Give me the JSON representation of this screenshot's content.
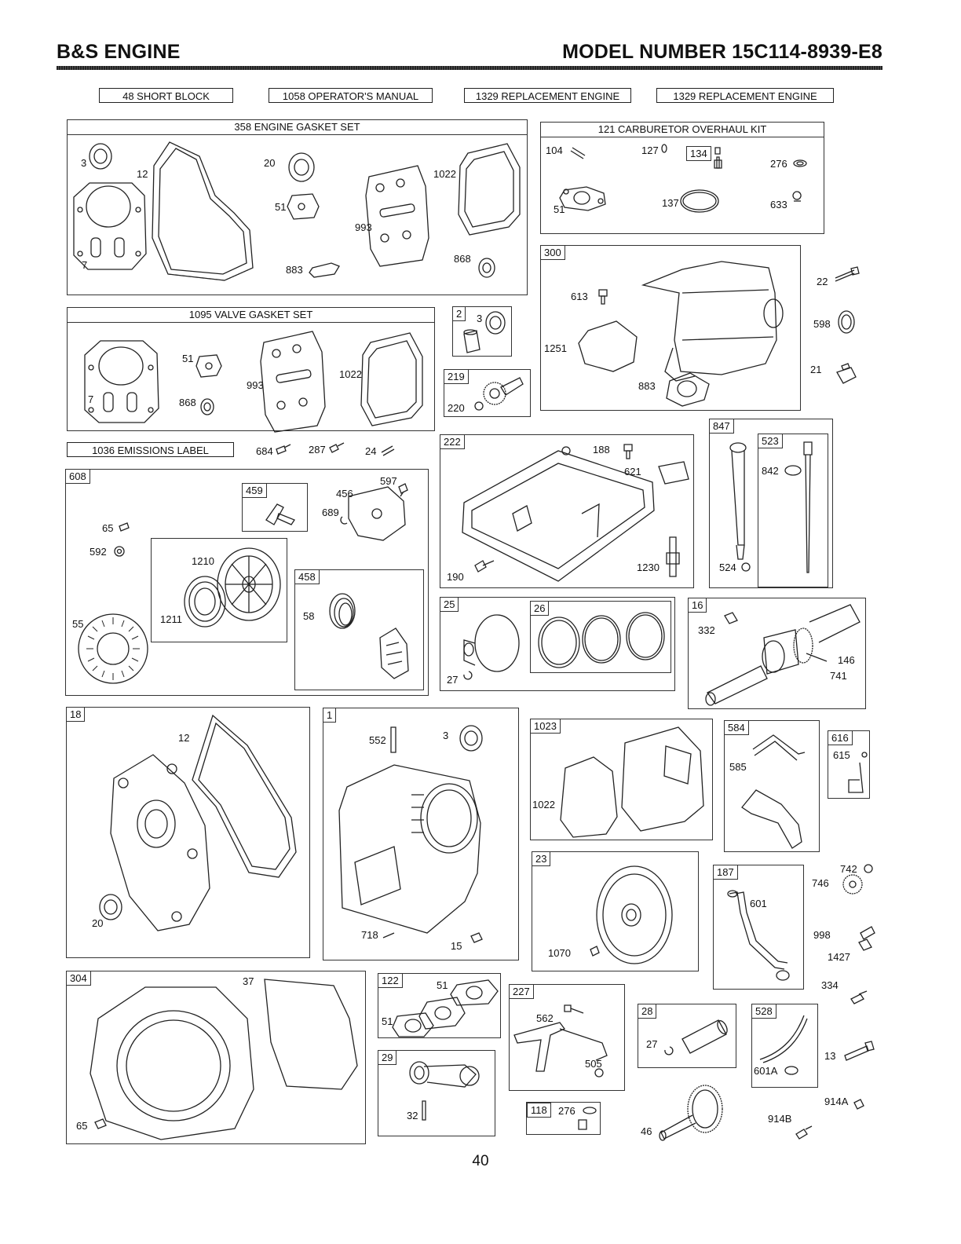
{
  "header": {
    "left_title": "B&S ENGINE",
    "right_title": "MODEL NUMBER 15C114-8939-E8"
  },
  "kits": [
    "48 SHORT BLOCK",
    "1058 OPERATOR'S MANUAL",
    "1329 REPLACEMENT ENGINE",
    "1329 REPLACEMENT ENGINE"
  ],
  "groups": {
    "engine_gasket_set": {
      "title": "358 ENGINE GASKET SET",
      "parts": [
        "3",
        "12",
        "7",
        "20",
        "51",
        "883",
        "993",
        "1022",
        "868"
      ]
    },
    "carb_kit": {
      "title": "121 CARBURETOR OVERHAUL KIT",
      "parts": [
        "104",
        "127",
        "134",
        "276",
        "51",
        "137",
        "633"
      ]
    },
    "valve_gasket_set": {
      "title": "1095 VALVE GASKET SET",
      "parts": [
        "51",
        "868",
        "993",
        "1022",
        "7"
      ]
    },
    "muffler": {
      "tag": "300",
      "parts": [
        "613",
        "1251",
        "883"
      ]
    },
    "g2": {
      "tag": "2",
      "parts": [
        "3"
      ]
    },
    "g219": {
      "tag": "219",
      "parts": [
        "220"
      ]
    },
    "emissions": {
      "label": "1036 EMISSIONS LABEL",
      "parts": [
        "684",
        "287",
        "24"
      ]
    },
    "starter": {
      "tag": "608",
      "parts": [
        "65",
        "592",
        "597",
        "456",
        "689",
        "1210",
        "1211",
        "55"
      ]
    },
    "g459": {
      "tag": "459"
    },
    "g458": {
      "tag": "458",
      "parts": [
        "58"
      ]
    },
    "base": {
      "tag": "222",
      "parts": [
        "188",
        "621",
        "190",
        "1230"
      ]
    },
    "dipstick": {
      "tag": "847",
      "parts": [
        "524"
      ]
    },
    "g523": {
      "tag": "523",
      "parts": [
        "842"
      ]
    },
    "piston": {
      "tag": "25",
      "parts": [
        "27"
      ]
    },
    "rings": {
      "tag": "26"
    },
    "crank": {
      "tag": "16",
      "parts": [
        "332",
        "146",
        "741"
      ]
    },
    "sump": {
      "tag": "18",
      "parts": [
        "12",
        "20"
      ]
    },
    "cylinder": {
      "tag": "1",
      "parts": [
        "552",
        "3",
        "718",
        "15"
      ]
    },
    "cover": {
      "tag": "1023",
      "parts": [
        "1022"
      ]
    },
    "g584": {
      "tag": "584",
      "parts": [
        "585"
      ]
    },
    "g616": {
      "tag": "616",
      "parts": [
        "615"
      ]
    },
    "flywheel": {
      "tag": "23",
      "parts": [
        "1070"
      ]
    },
    "breather": {
      "tag": "187",
      "parts": [
        "601"
      ]
    },
    "shroud": {
      "tag": "304",
      "parts": [
        "37",
        "65"
      ]
    },
    "g122": {
      "tag": "122",
      "parts": [
        "51",
        "51"
      ]
    },
    "g29": {
      "tag": "29",
      "parts": [
        "32"
      ]
    },
    "g227": {
      "tag": "227",
      "parts": [
        "562",
        "505"
      ]
    },
    "g118": {
      "tag": "118",
      "parts": [
        "276"
      ]
    },
    "g28": {
      "tag": "28",
      "parts": [
        "27"
      ]
    },
    "g528": {
      "tag": "528",
      "parts": [
        "601A"
      ]
    },
    "loose": [
      "22",
      "598",
      "21",
      "742",
      "746",
      "998",
      "1427",
      "334",
      "13",
      "914A",
      "914B",
      "46"
    ]
  },
  "page_number": "40"
}
